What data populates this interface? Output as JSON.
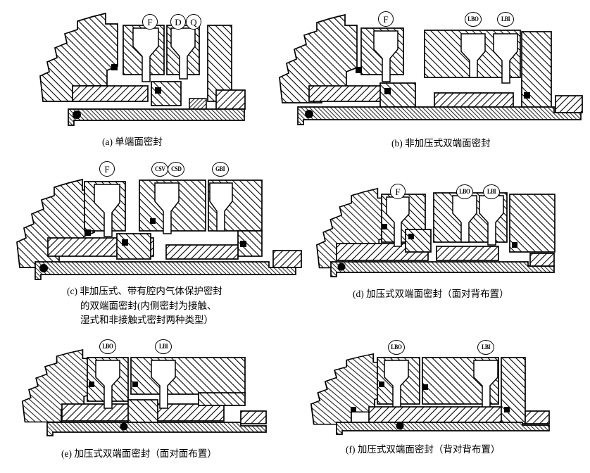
{
  "colors": {
    "ink": "#000000",
    "paper": "#ffffff"
  },
  "panels": {
    "a": {
      "caption": "(a) 单端面密封",
      "ports": [
        "F",
        "D",
        "Q"
      ]
    },
    "b": {
      "caption": "(b) 非加压式双端面密封",
      "ports": [
        "F",
        "LBO",
        "LBI"
      ]
    },
    "c": {
      "caption_lines": [
        "(c) 非加压式、带有腔内气体保护密封",
        "的双端面密封(内侧密封为接触、",
        "湿式和非接触式密封两种类型）"
      ],
      "ports": [
        "F",
        "CSV",
        "CSD",
        "GBI"
      ]
    },
    "d": {
      "caption": "(d) 加压式双端面密封（面对背布置）",
      "ports": [
        "F",
        "LBO",
        "LBI"
      ]
    },
    "e": {
      "caption": "(e) 加压式双端面密封（面对面布置）",
      "ports": [
        "LBO",
        "LBI"
      ]
    },
    "f": {
      "caption": "(f) 加压式双端面密封（背对背布置）",
      "ports": [
        "LBO",
        "LBI"
      ]
    }
  }
}
